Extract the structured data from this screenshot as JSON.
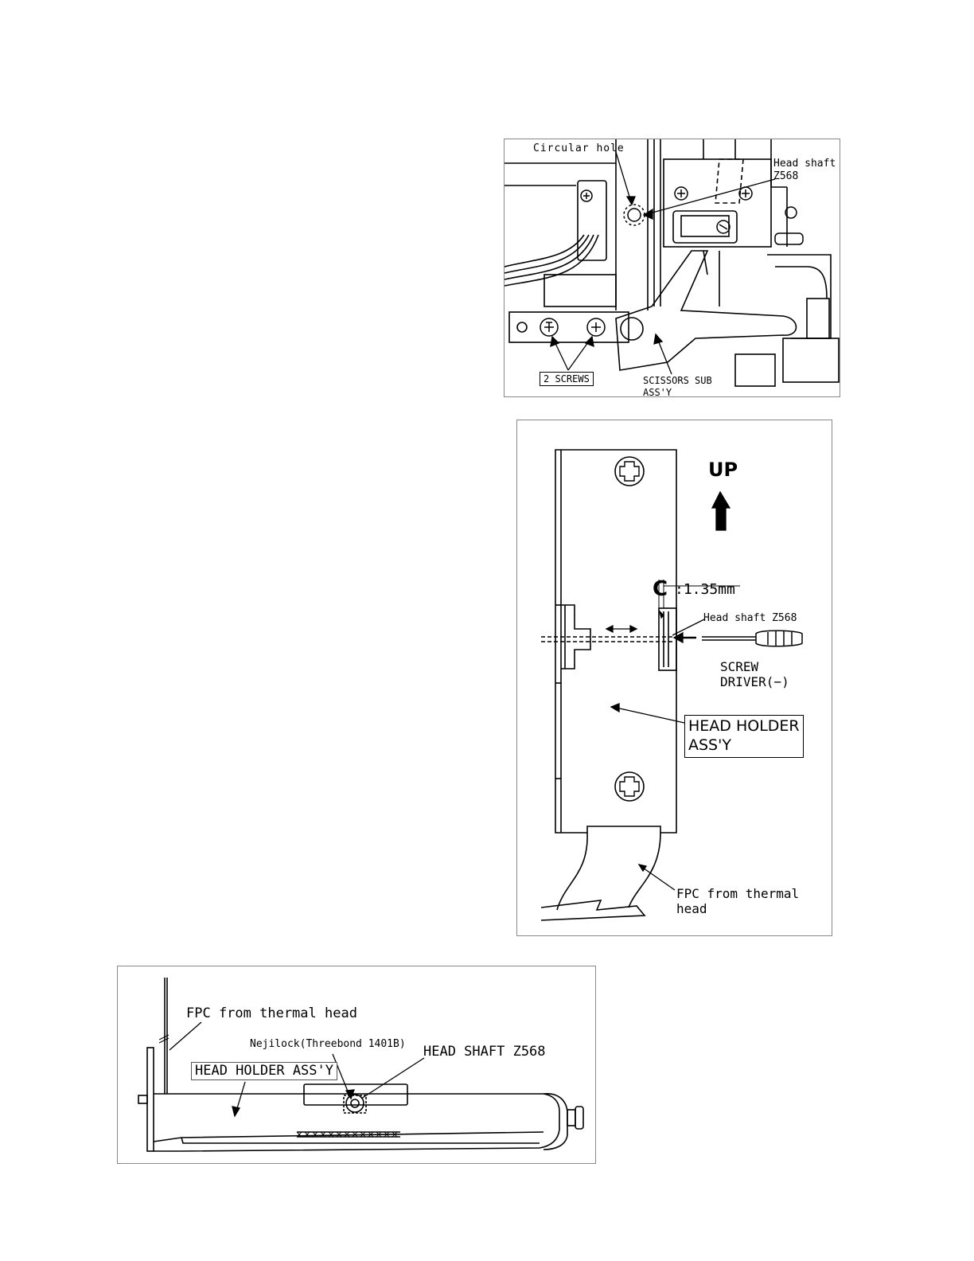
{
  "figure1": {
    "circular_hole": "Circular hole",
    "head_shaft_line1": "Head shaft",
    "head_shaft_line2": "Z568",
    "two_screws": "2 SCREWS",
    "scissors_line1": "SCISSORS SUB",
    "scissors_line2": "ASS'Y"
  },
  "figure2": {
    "up": "UP",
    "c_letter": "C",
    "c_value": ":1.35mm",
    "head_shaft": "Head shaft Z568",
    "screwdriver_line1": "SCREW",
    "screwdriver_line2": "DRIVER(−)",
    "head_holder_line1": "HEAD HOLDER",
    "head_holder_line2": "ASS'Y",
    "fpc_line1": "FPC from thermal",
    "fpc_line2": "head"
  },
  "figure3": {
    "fpc": "FPC from thermal head",
    "nejilock": "Nejilock(Threebond 1401B)",
    "head_shaft": "HEAD SHAFT Z568",
    "head_holder": "HEAD HOLDER ASS'Y"
  }
}
